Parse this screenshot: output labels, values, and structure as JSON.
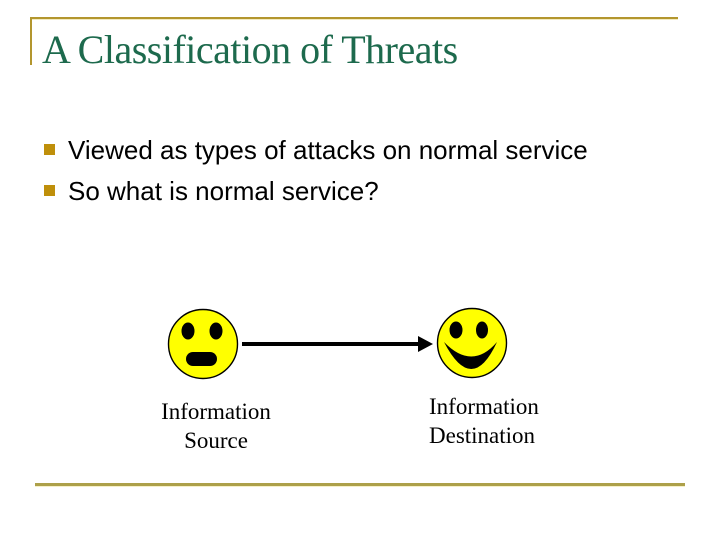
{
  "slide": {
    "title": "A Classification of Threats",
    "bullets": [
      "Viewed as types of attacks on normal service",
      "So what is normal service?"
    ],
    "diagram": {
      "source_label": "Information\nSource",
      "destination_label": "Information\nDestination"
    },
    "colors": {
      "title_green": "#1D6A4D",
      "accent_gold_line": "#B3962E",
      "bottom_gold_line": "#ADA04A",
      "bullet_gold": "#BF8F0A",
      "smiley_yellow": "#FFFF00",
      "body_text": "#000000"
    }
  }
}
